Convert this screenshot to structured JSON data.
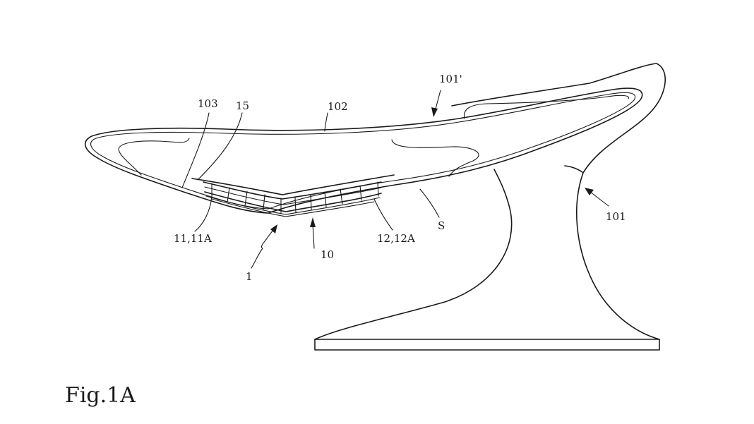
{
  "figure": {
    "caption": "Fig.1A",
    "labels": {
      "ref_101_prime": "101'",
      "ref_103": "103",
      "ref_15": "15",
      "ref_102": "102",
      "ref_101": "101",
      "ref_S": "S",
      "ref_11_11A": "11,11A",
      "ref_12_12A": "12,12A",
      "ref_10": "10",
      "ref_1": "1"
    }
  }
}
